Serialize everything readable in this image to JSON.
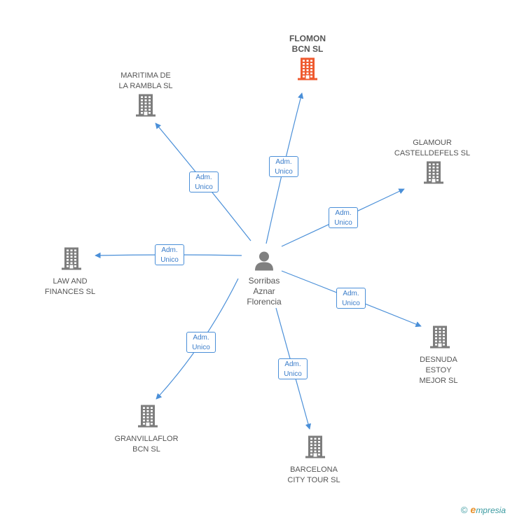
{
  "center": {
    "name_lines": [
      "Sorribas",
      "Aznar",
      "Florencia"
    ],
    "icon": "person-icon",
    "color": "#808080"
  },
  "companies": [
    {
      "id": "flomon",
      "lines": [
        "FLOMON",
        "BCN SL"
      ],
      "highlight": true,
      "color": "#ef5a2f",
      "icon": "building-icon"
    },
    {
      "id": "maritima",
      "lines": [
        "MARITIMA DE",
        "LA RAMBLA SL"
      ],
      "highlight": false,
      "color": "#7d7d7d",
      "icon": "building-icon"
    },
    {
      "id": "glamour",
      "lines": [
        "GLAMOUR",
        "CASTELLDEFELS SL"
      ],
      "highlight": false,
      "color": "#7d7d7d",
      "icon": "building-icon"
    },
    {
      "id": "law",
      "lines": [
        "LAW AND",
        "FINANCES SL"
      ],
      "highlight": false,
      "color": "#7d7d7d",
      "icon": "building-icon"
    },
    {
      "id": "desnuda",
      "lines": [
        "DESNUDA",
        "ESTOY",
        "MEJOR SL"
      ],
      "highlight": false,
      "color": "#7d7d7d",
      "icon": "building-icon"
    },
    {
      "id": "granvillaflor",
      "lines": [
        "GRANVILLAFLOR",
        "BCN SL"
      ],
      "highlight": false,
      "color": "#7d7d7d",
      "icon": "building-icon"
    },
    {
      "id": "barcelona",
      "lines": [
        "BARCELONA",
        "CITY TOUR SL"
      ],
      "highlight": false,
      "color": "#7d7d7d",
      "icon": "building-icon"
    }
  ],
  "edges": [
    {
      "to": "flomon",
      "label": [
        "Adm.",
        "Unico"
      ]
    },
    {
      "to": "maritima",
      "label": [
        "Adm.",
        "Unico"
      ]
    },
    {
      "to": "glamour",
      "label": [
        "Adm.",
        "Unico"
      ]
    },
    {
      "to": "law",
      "label": [
        "Adm.",
        "Unico"
      ]
    },
    {
      "to": "desnuda",
      "label": [
        "Adm.",
        "Unico"
      ]
    },
    {
      "to": "granvillaflor",
      "label": [
        "Adm.",
        "Unico"
      ]
    },
    {
      "to": "barcelona",
      "label": [
        "Adm.",
        "Unico"
      ]
    }
  ],
  "edge_color": "#4a8fd8",
  "footer": {
    "copyright": "©",
    "brand_initial": "e",
    "brand_rest": "mpresia"
  }
}
